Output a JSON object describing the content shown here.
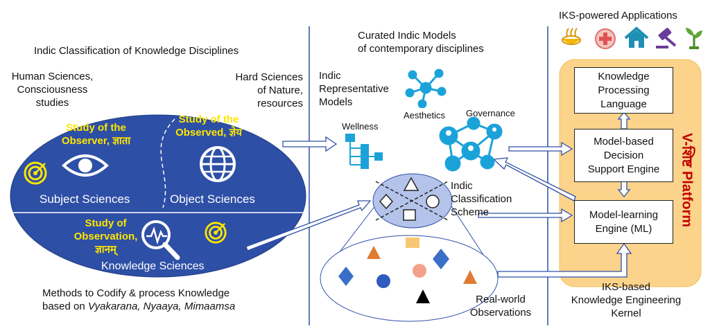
{
  "left": {
    "heading": "Indic Classification of Knowledge Disciplines",
    "human_sciences": [
      "Human Sciences,",
      "Consciousness",
      "studies"
    ],
    "hard_sciences": [
      "Hard Sciences",
      "of Nature,",
      "resources"
    ],
    "observer": [
      "Study of the",
      "Observer, ज्ञाता"
    ],
    "observed": [
      "Study of the",
      "Observed, ज्ञेय"
    ],
    "observation": [
      "Study of",
      "Observation,",
      "ज्ञानम्"
    ],
    "subject_sciences": "Subject Sciences",
    "object_sciences": "Object Sciences",
    "knowledge_sciences": "Knowledge Sciences",
    "methods": [
      "Methods to Codify & process Knowledge",
      "based on "
    ],
    "methods_italic": "Vyakarana, Nyaaya, Mimaamsa"
  },
  "middle": {
    "curated": [
      "Curated Indic Models",
      "of contemporary disciplines"
    ],
    "representative": [
      "Indic",
      "Representative",
      "Models"
    ],
    "aesthetics": "Aesthetics",
    "governance": "Governance",
    "wellness": "Wellness",
    "classification": [
      "Indic",
      "Classification",
      "Scheme"
    ],
    "real_world": [
      "Real-world",
      "Observations"
    ]
  },
  "right": {
    "applications": "IKS-powered Applications",
    "platform": "V-शिष्ट Platform",
    "box1": [
      "Knowledge",
      "Processing",
      "Language"
    ],
    "box2": [
      "Model-based",
      "Decision",
      "Support Engine"
    ],
    "box3": [
      "Model-learning",
      "Engine (ML)"
    ],
    "kernel": [
      "IKS-based",
      "Knowledge Engineering",
      "Kernel"
    ]
  },
  "colors": {
    "ellipse": "#2e4fa6",
    "yellow_text": "#ffe600",
    "platform_bg": "#fbd38a",
    "platform_text": "#c00000",
    "network": "#1ba3d9",
    "divider": "#2e4fa6"
  },
  "icons": [
    "target-icon",
    "eye-icon",
    "globe-icon",
    "magnifier-icon",
    "network-icon",
    "org-chart-icon",
    "people-network-icon",
    "food-bowl-icon",
    "medical-cross-icon",
    "house-icon",
    "gavel-icon",
    "plant-icon"
  ]
}
